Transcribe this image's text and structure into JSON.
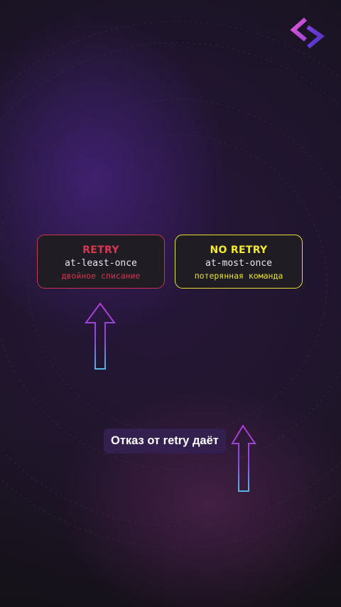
{
  "brand": {
    "logo_icon": "chevrons-brackets-logo-icon",
    "colors": [
      "#d94cd6",
      "#8a3fd6",
      "#5b34c7"
    ]
  },
  "cards": [
    {
      "title": "RETRY",
      "semantics": "at-least-once",
      "consequence": "двойное списание",
      "accent": "#d8384f"
    },
    {
      "title": "NO RETRY",
      "semantics": "at-most-once",
      "consequence": "потерянная команда",
      "accent": "#f2ea2a"
    }
  ],
  "arrows": {
    "icon": "up-arrow-icon",
    "gradient": [
      "#b23ad6",
      "#4fb8e0"
    ]
  },
  "caption": {
    "text": "Отказ от retry даёт"
  }
}
